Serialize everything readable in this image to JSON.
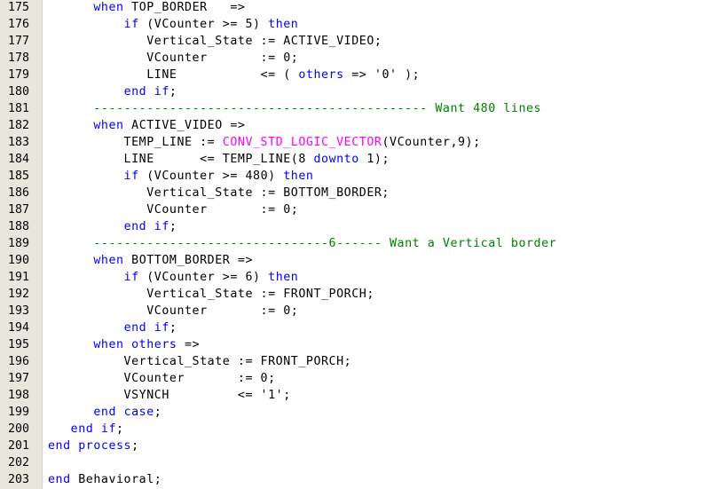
{
  "colors": {
    "keyword": "#0000ff",
    "comment": "#008000",
    "function": "#ff00ff",
    "text": "#000000",
    "gutter": "#e9e6dc"
  },
  "lines": [
    {
      "num": "175",
      "segs": [
        {
          "t": "      "
        },
        {
          "t": "when",
          "c": "kw"
        },
        {
          "t": " TOP_BORDER   =>"
        }
      ]
    },
    {
      "num": "176",
      "segs": [
        {
          "t": "          "
        },
        {
          "t": "if",
          "c": "kw"
        },
        {
          "t": " (VCounter >= 5) "
        },
        {
          "t": "then",
          "c": "kw"
        }
      ]
    },
    {
      "num": "177",
      "segs": [
        {
          "t": "             Vertical_State := ACTIVE_VIDEO;"
        }
      ]
    },
    {
      "num": "178",
      "segs": [
        {
          "t": "             VCounter       := 0;"
        }
      ]
    },
    {
      "num": "179",
      "segs": [
        {
          "t": "             LINE           <= ( "
        },
        {
          "t": "others",
          "c": "kw"
        },
        {
          "t": " => '0' );"
        }
      ]
    },
    {
      "num": "180",
      "segs": [
        {
          "t": "          "
        },
        {
          "t": "end if",
          "c": "kw"
        },
        {
          "t": ";"
        }
      ]
    },
    {
      "num": "181",
      "segs": [
        {
          "t": "      "
        },
        {
          "t": "-------------------------------------------- Want 480 lines",
          "c": "cm"
        }
      ]
    },
    {
      "num": "182",
      "segs": [
        {
          "t": "      "
        },
        {
          "t": "when",
          "c": "kw"
        },
        {
          "t": " ACTIVE_VIDEO =>"
        }
      ]
    },
    {
      "num": "183",
      "segs": [
        {
          "t": "          TEMP_LINE := "
        },
        {
          "t": "CONV_STD_LOGIC_VECTOR",
          "c": "fn"
        },
        {
          "t": "(VCounter,9);"
        }
      ]
    },
    {
      "num": "184",
      "segs": [
        {
          "t": "          LINE      <= TEMP_LINE(8 "
        },
        {
          "t": "downto",
          "c": "kw"
        },
        {
          "t": " 1);"
        }
      ]
    },
    {
      "num": "185",
      "segs": [
        {
          "t": "          "
        },
        {
          "t": "if",
          "c": "kw"
        },
        {
          "t": " (VCounter >= 480) "
        },
        {
          "t": "then",
          "c": "kw"
        }
      ]
    },
    {
      "num": "186",
      "segs": [
        {
          "t": "             Vertical_State := BOTTOM_BORDER;"
        }
      ]
    },
    {
      "num": "187",
      "segs": [
        {
          "t": "             VCounter       := 0;"
        }
      ]
    },
    {
      "num": "188",
      "segs": [
        {
          "t": "          "
        },
        {
          "t": "end if",
          "c": "kw"
        },
        {
          "t": ";"
        }
      ]
    },
    {
      "num": "189",
      "segs": [
        {
          "t": "      "
        },
        {
          "t": "-------------------------------6------ Want a Vertical border",
          "c": "cm"
        }
      ]
    },
    {
      "num": "190",
      "segs": [
        {
          "t": "      "
        },
        {
          "t": "when",
          "c": "kw"
        },
        {
          "t": " BOTTOM_BORDER =>"
        }
      ]
    },
    {
      "num": "191",
      "segs": [
        {
          "t": "          "
        },
        {
          "t": "if",
          "c": "kw"
        },
        {
          "t": " (VCounter >= 6) "
        },
        {
          "t": "then",
          "c": "kw"
        }
      ]
    },
    {
      "num": "192",
      "segs": [
        {
          "t": "             Vertical_State := FRONT_PORCH;"
        }
      ]
    },
    {
      "num": "193",
      "segs": [
        {
          "t": "             VCounter       := 0;"
        }
      ]
    },
    {
      "num": "194",
      "segs": [
        {
          "t": "          "
        },
        {
          "t": "end if",
          "c": "kw"
        },
        {
          "t": ";"
        }
      ]
    },
    {
      "num": "195",
      "segs": [
        {
          "t": "      "
        },
        {
          "t": "when others",
          "c": "kw"
        },
        {
          "t": " =>"
        }
      ]
    },
    {
      "num": "196",
      "segs": [
        {
          "t": "          Vertical_State := FRONT_PORCH;"
        }
      ]
    },
    {
      "num": "197",
      "segs": [
        {
          "t": "          VCounter       := 0;"
        }
      ]
    },
    {
      "num": "198",
      "segs": [
        {
          "t": "          VSYNCH         <= '1';"
        }
      ]
    },
    {
      "num": "199",
      "segs": [
        {
          "t": "      "
        },
        {
          "t": "end case",
          "c": "kw"
        },
        {
          "t": ";"
        }
      ]
    },
    {
      "num": "200",
      "segs": [
        {
          "t": "   "
        },
        {
          "t": "end if",
          "c": "kw"
        },
        {
          "t": ";"
        }
      ]
    },
    {
      "num": "201",
      "segs": [
        {
          "t": "end process",
          "c": "kw"
        },
        {
          "t": ";"
        }
      ]
    },
    {
      "num": "202",
      "segs": [
        {
          "t": ""
        }
      ]
    },
    {
      "num": "203",
      "segs": [
        {
          "t": "end",
          "c": "kw"
        },
        {
          "t": " Behavioral;"
        }
      ]
    }
  ]
}
